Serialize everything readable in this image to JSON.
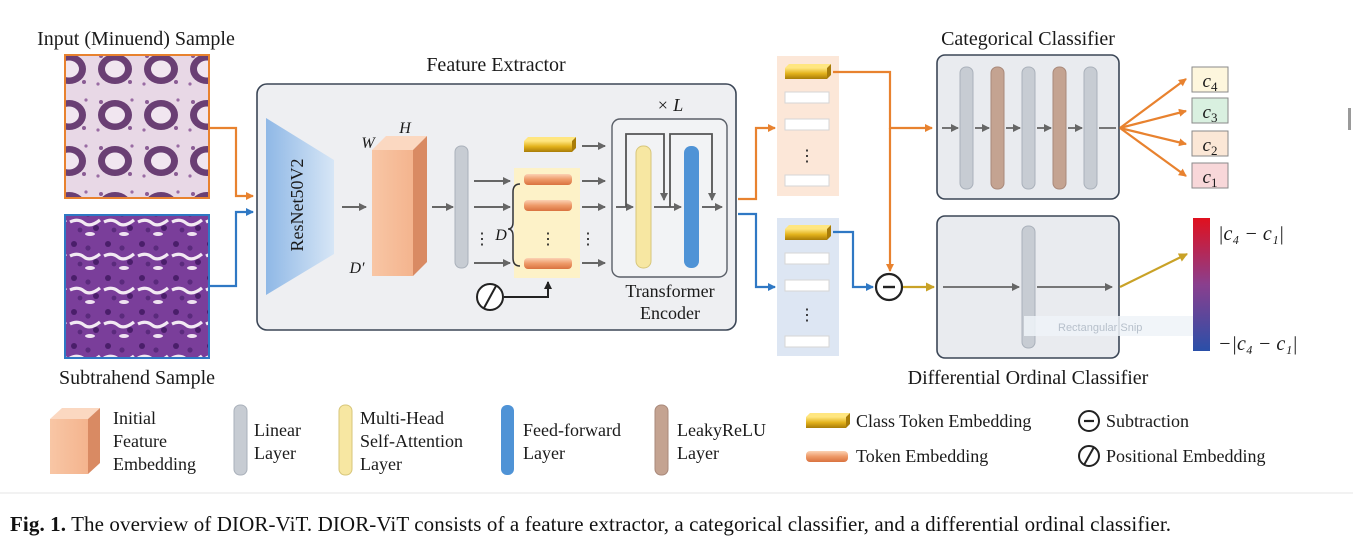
{
  "labels": {
    "input_sample": "Input (Minuend) Sample",
    "subtrahend_sample": "Subtrahend Sample",
    "feature_extractor": "Feature Extractor",
    "resnet": "ResNet50V2",
    "dim_w": "W",
    "dim_h": "H",
    "dim_d_prime": "D′",
    "dim_d": "D",
    "times_l": "× L",
    "transformer_line1": "Transformer",
    "transformer_line2": "Encoder",
    "categorical_classifier": "Categorical Classifier",
    "differential_classifier": "Differential Ordinal Classifier",
    "class_c4": "c",
    "class_c4_sub": "4",
    "class_c3": "c",
    "class_c3_sub": "3",
    "class_c2": "c",
    "class_c2_sub": "2",
    "class_c1": "c",
    "class_c1_sub": "1",
    "range_top": "|c₄ − c₁|",
    "range_bottom": "−|c₄ − c₁|",
    "snip_overlay": "Rectangular Snip"
  },
  "legend": {
    "initial_feature_1": "Initial",
    "initial_feature_2": "Feature",
    "initial_feature_3": "Embedding",
    "linear_1": "Linear",
    "linear_2": "Layer",
    "mhsa_1": "Multi-Head",
    "mhsa_2": "Self-Attention",
    "mhsa_3": "Layer",
    "ff_1": "Feed-forward",
    "ff_2": "Layer",
    "leaky_1": "LeakyReLU",
    "leaky_2": "Layer",
    "class_token": "Class Token Embedding",
    "token": "Token Embedding",
    "subtraction": "Subtraction",
    "positional": "Positional Embedding"
  },
  "caption": {
    "label": "Fig. 1.",
    "text": "The overview of DIOR-ViT. DIOR-ViT consists of a feature extractor, a categorical classifier, and a differential ordinal classifier."
  },
  "colors": {
    "orange_arrow": "#e8822f",
    "blue_arrow": "#2f78c4",
    "gold_arrow": "#c9a227",
    "linear_gray": "#c7ccd3",
    "attention_yellow": "#f7e7a2",
    "feedforward_blue": "#4f93d6",
    "leaky_brown": "#c4a391",
    "c4_fill": "#fdf6dd",
    "c3_fill": "#d9f0e0",
    "c2_fill": "#fbe7d6",
    "c1_fill": "#f8d7d9"
  }
}
